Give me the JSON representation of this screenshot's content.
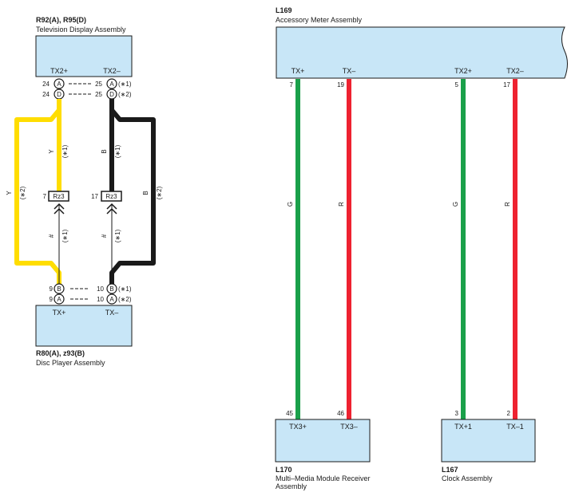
{
  "colors": {
    "component_fill": "#c8e6f7",
    "wire_yellow": "#ffdd00",
    "wire_black": "#1a1a1a",
    "wire_green": "#1aa04a",
    "wire_red": "#ee2230"
  },
  "left": {
    "top_component": {
      "code": "R92(A), R95(D)",
      "name": "Television Display Assembly",
      "pin_a": "TX2+",
      "pin_b": "TX2–"
    },
    "top_rows": [
      {
        "pin_a": "24",
        "conn_a": "A",
        "pin_b": "25",
        "conn_b": "A",
        "note": "(∗1)"
      },
      {
        "pin_a": "24",
        "conn_a": "D",
        "pin_b": "25",
        "conn_b": "D",
        "note": "(∗2)"
      }
    ],
    "junction_a": {
      "pin": "7",
      "label": "Rz3"
    },
    "junction_b": {
      "pin": "17",
      "label": "Rz3"
    },
    "wire_labels": {
      "y_inner": "Y",
      "n1_a": "(∗1)",
      "b_inner": "B",
      "n1_b": "(∗1)",
      "y_outer": "Y",
      "n2_a": "(∗2)",
      "b_outer": "B",
      "n2_b": "(∗2)",
      "hash_a": "#",
      "n1_c": "(∗1)",
      "hash_b": "#",
      "n1_d": "(∗1)"
    },
    "bottom_rows": [
      {
        "pin_a": "9",
        "conn_a": "B",
        "pin_b": "10",
        "conn_b": "B",
        "note": "(∗1)"
      },
      {
        "pin_a": "9",
        "conn_a": "A",
        "pin_b": "10",
        "conn_b": "A",
        "note": "(∗2)"
      }
    ],
    "bottom_component": {
      "code": "R80(A), z93(B)",
      "name": "Disc Player Assembly",
      "pin_a": "TX+",
      "pin_b": "TX–"
    }
  },
  "right": {
    "top_component": {
      "code": "L169",
      "name": "Accessory Meter Assembly",
      "pins": [
        "TX+",
        "TX–",
        "TX2+",
        "TX2–"
      ],
      "pin_nums": [
        "7",
        "19",
        "5",
        "17"
      ]
    },
    "wires": [
      "G",
      "R",
      "G",
      "R"
    ],
    "receiver": {
      "code": "L170",
      "name_line1": "Multi–Media Module Receiver",
      "name_line2": "Assembly",
      "pins": [
        "TX3+",
        "TX3–"
      ],
      "pin_nums": [
        "45",
        "46"
      ]
    },
    "clock": {
      "code": "L167",
      "name": "Clock Assembly",
      "pins": [
        "TX+1",
        "TX–1"
      ],
      "pin_nums": [
        "3",
        "2"
      ]
    }
  }
}
